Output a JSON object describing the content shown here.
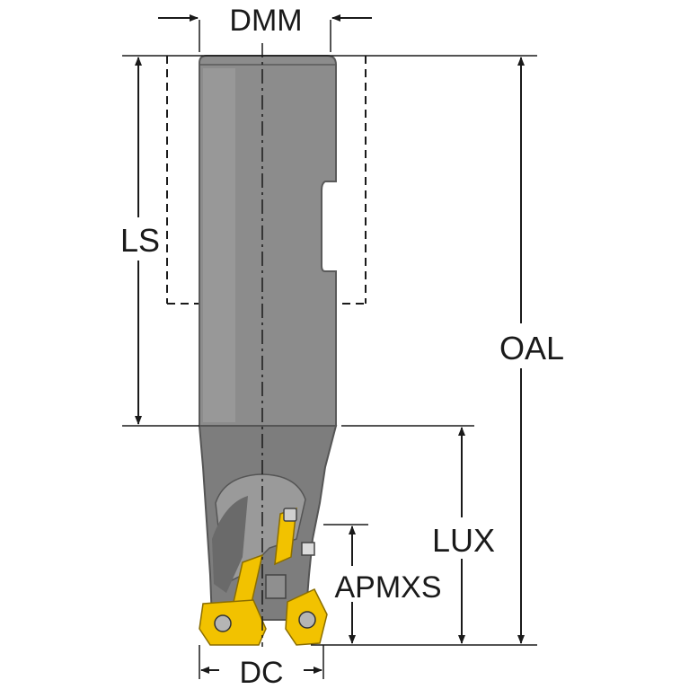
{
  "labels": {
    "dmm": "DMM",
    "ls": "LS",
    "oal": "OAL",
    "lux": "LUX",
    "apmxs": "APMXS",
    "dc": "DC"
  },
  "colors": {
    "shank": "#8c8c8c",
    "shank_highlight": "#a6a6a6",
    "body": "#7d7d7d",
    "insert": "#f2c200",
    "insert_dark": "#c89a00",
    "line": "#1a1a1a"
  }
}
